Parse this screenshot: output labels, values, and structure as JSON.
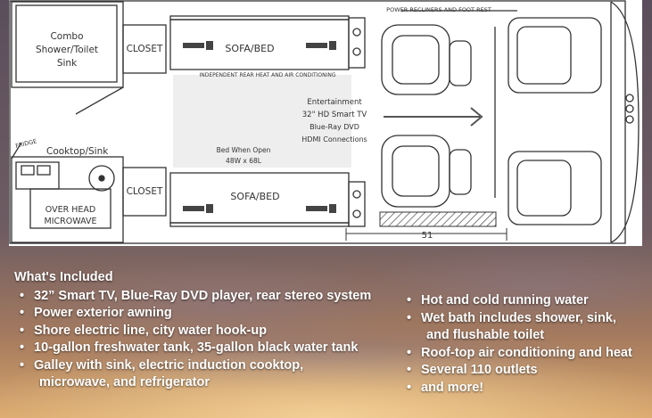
{
  "floorplan": {
    "labels": {
      "combo_bath": [
        "Combo",
        "Shower/Toilet",
        "Sink"
      ],
      "closet_top": "CLOSET",
      "closet_bottom": "CLOSET",
      "sofa_top": "SOFA/BED",
      "sofa_bottom": "SOFA/BED",
      "recliners": "POWER RECLINERS AND FOOT REST",
      "rear_heat": "INDEPENDENT REAR HEAT AND AIR CONDITIONING",
      "entertainment": [
        "Entertainment",
        "32\" HD Smart TV",
        "Blue-Ray DVD",
        "HDMI Connections"
      ],
      "bed": [
        "Bed When Open",
        "48W x 68L"
      ],
      "fridge": "FRIDGE",
      "cooktop": "Cooktop/Sink",
      "microwave": [
        "OVER HEAD",
        "MICROWAVE"
      ],
      "dimension": "51"
    }
  },
  "features": {
    "heading": "What's Included",
    "left": [
      {
        "text": "32” Smart TV, Blue-Ray DVD player, rear stereo system",
        "bullet": true
      },
      {
        "text": "Power exterior awning",
        "bullet": true
      },
      {
        "text": "Shore electric line, city water hook-up",
        "bullet": true
      },
      {
        "text": "10-gallon freshwater tank, 35-gallon black water tank",
        "bullet": true
      },
      {
        "text": "Galley with sink, electric induction cooktop,",
        "bullet": true
      },
      {
        "text": "microwave, and refrigerator",
        "bullet": false
      }
    ],
    "right": [
      {
        "text": "Hot and cold running water",
        "bullet": true
      },
      {
        "text": "Wet bath includes shower, sink,",
        "bullet": true
      },
      {
        "text": "and flushable toilet",
        "bullet": false
      },
      {
        "text": "Roof-top air conditioning and heat",
        "bullet": true
      },
      {
        "text": "Several 110 outlets",
        "bullet": true
      },
      {
        "text": "and more!",
        "bullet": true
      }
    ]
  },
  "colors": {
    "plan_bg": "#ffffff",
    "line": "#333333",
    "text_overlay": "#ffffff",
    "sky_top": "#4a4350",
    "sky_glow": "#d9a060"
  }
}
